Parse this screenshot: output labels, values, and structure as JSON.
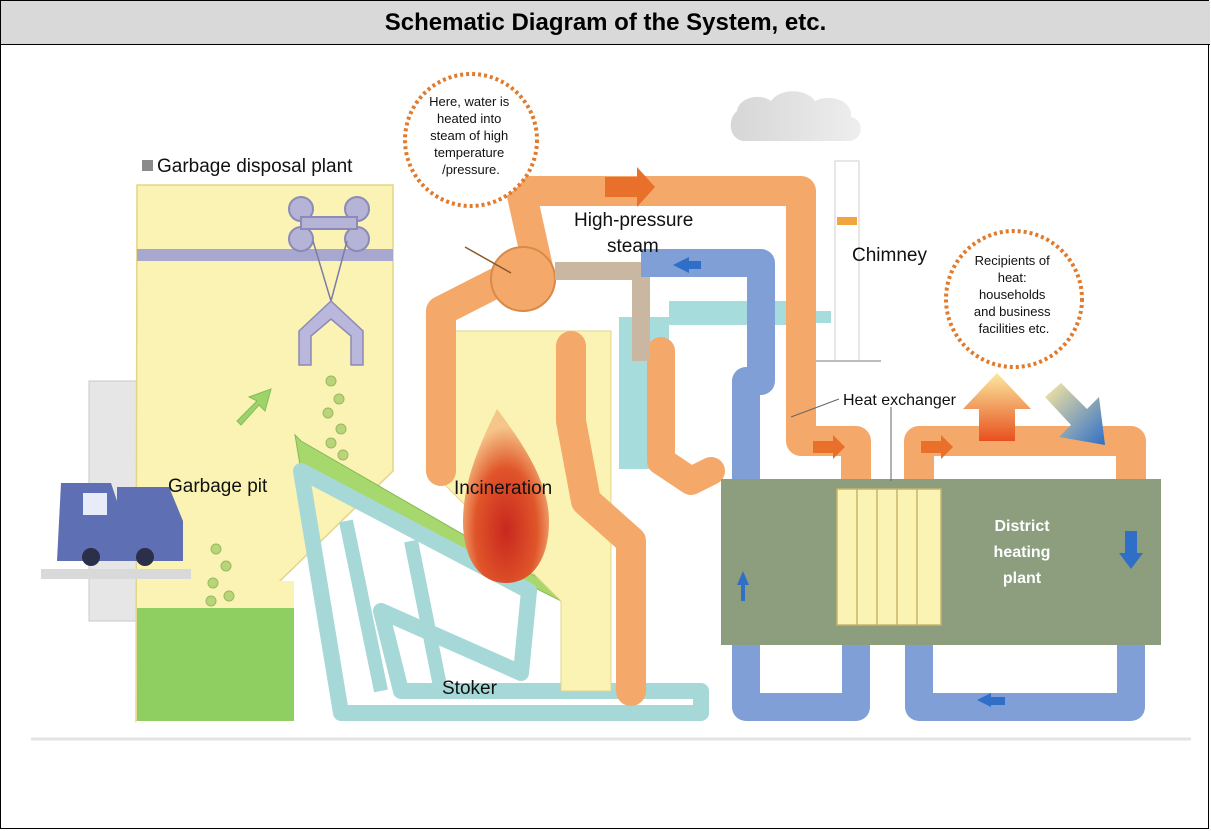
{
  "title": "Schematic Diagram of the System, etc.",
  "labels": {
    "garbage_disposal_plant": "Garbage disposal plant",
    "garbage_pit": "Garbage pit",
    "incineration": "Incineration",
    "high_pressure_steam_line1": "High-pressure",
    "high_pressure_steam_line2": "steam",
    "chimney": "Chimney",
    "heat_exchanger": "Heat exchanger",
    "stoker": "Stoker",
    "district_heating_line1": "District",
    "district_heating_line2": "heating",
    "district_heating_line3": "plant"
  },
  "callouts": {
    "boiler": [
      "Here, water is",
      "heated into",
      "steam of high",
      "temperature",
      "/pressure."
    ],
    "recipients": [
      "Recipients of",
      "heat:",
      "households",
      "and business",
      "facilities etc."
    ]
  },
  "colors": {
    "steam_pipe": "#f4a96a",
    "water_pipe": "#7f9fd6",
    "plant_fill": "#fbf3b4",
    "district_plant": "#8c9e7e",
    "truck": "#5e6fb4",
    "flame": "#d8452a",
    "callout_border": "#e07a2c"
  }
}
